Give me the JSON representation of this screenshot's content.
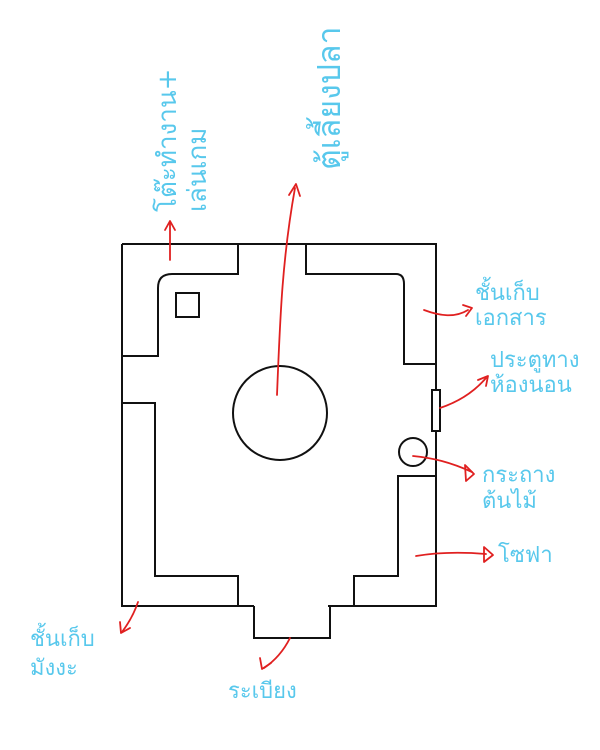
{
  "colors": {
    "wall": "#111111",
    "arrow": "#e02020",
    "label": "#58c8ec"
  },
  "labels": {
    "gaming_desk": [
      "โต๊ะทำงาน+",
      "เล่นเกม"
    ],
    "fish_tank": [
      "ตู้เลี้ยงปลา"
    ],
    "document_shelf": [
      "ชั้นเก็บ",
      "เอกสาร"
    ],
    "bedroom_door": [
      "ประตูทาง",
      "ห้องนอน"
    ],
    "plant_pot": [
      "กระถาง",
      "ต้นไม้"
    ],
    "sofa": [
      "โซฟา"
    ],
    "manga_shelf": [
      "ชั้นเก็บ",
      "มังงะ"
    ],
    "balcony": [
      "ระเบียง"
    ]
  }
}
